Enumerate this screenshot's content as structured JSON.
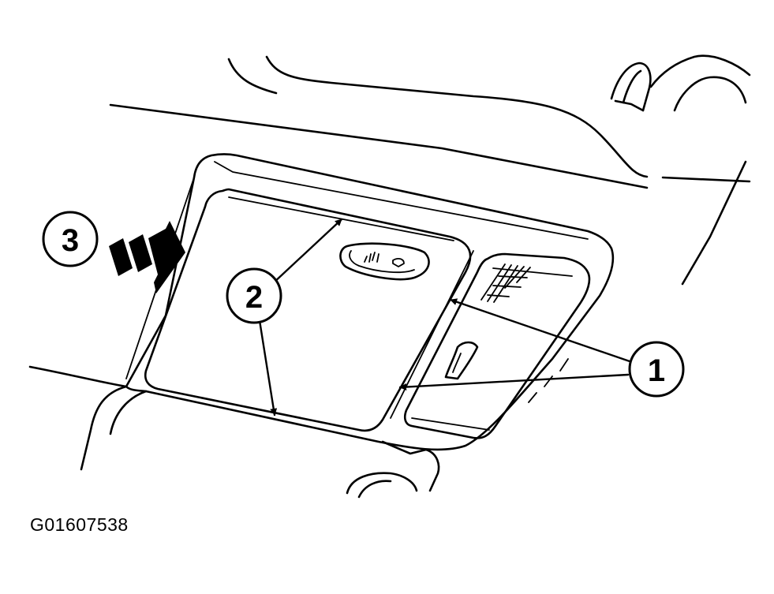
{
  "figure": {
    "id_label": "G01607538",
    "callouts": [
      {
        "number": "1",
        "meaning": ""
      },
      {
        "number": "2",
        "meaning": ""
      },
      {
        "number": "3",
        "meaning": ""
      }
    ]
  }
}
